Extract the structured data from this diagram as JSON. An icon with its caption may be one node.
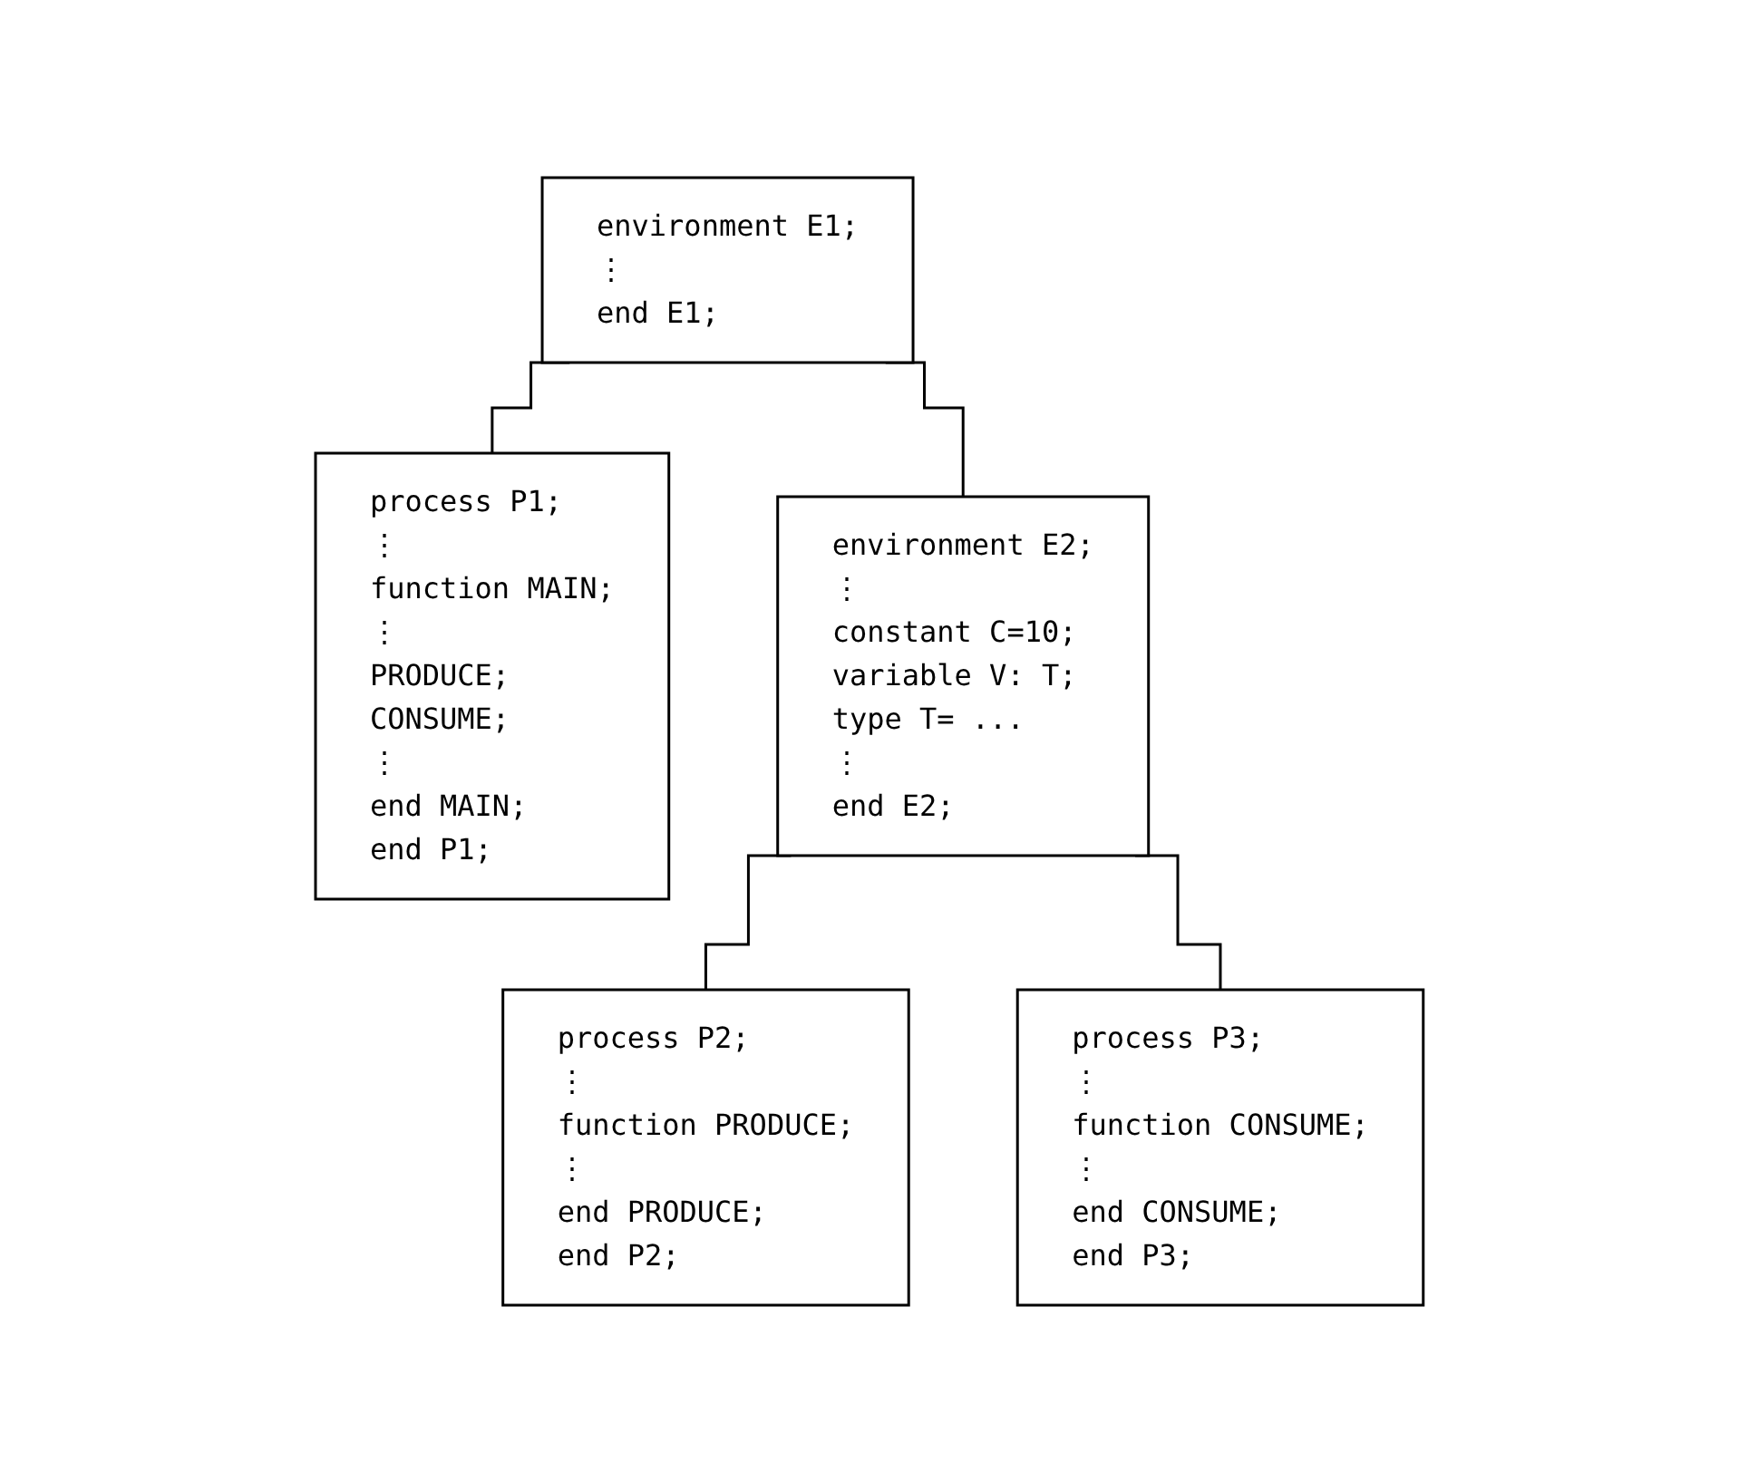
{
  "diagram": {
    "nodes": [
      {
        "text": [
          "environment E1;",
          "⋮",
          "end E1;"
        ]
      },
      {
        "text": [
          "process P1;",
          "⋮",
          "function MAIN;",
          "⋮",
          "PRODUCE;",
          "CONSUME;",
          "⋮",
          "end MAIN;",
          "end P1;"
        ]
      },
      {
        "text": [
          "environment E2;",
          "⋮",
          "constant C=10;",
          "variable V: T;",
          "type T= ...",
          "⋮",
          "end E2;"
        ]
      },
      {
        "text": [
          "process P2;",
          "⋮",
          "function PRODUCE;",
          "⋮",
          "end PRODUCE;",
          "end P2;"
        ]
      },
      {
        "text": [
          "process P3;",
          "⋮",
          "function CONSUME;",
          "⋮",
          "end CONSUME;",
          "end P3;"
        ]
      }
    ],
    "edges": [
      {
        "from": 0,
        "to": 1,
        "arrow": "none"
      },
      {
        "from": 0,
        "to": 2,
        "arrow": "none"
      },
      {
        "from": 2,
        "to": 3,
        "arrow": "none"
      },
      {
        "from": 2,
        "to": 4,
        "arrow": "none"
      }
    ]
  }
}
